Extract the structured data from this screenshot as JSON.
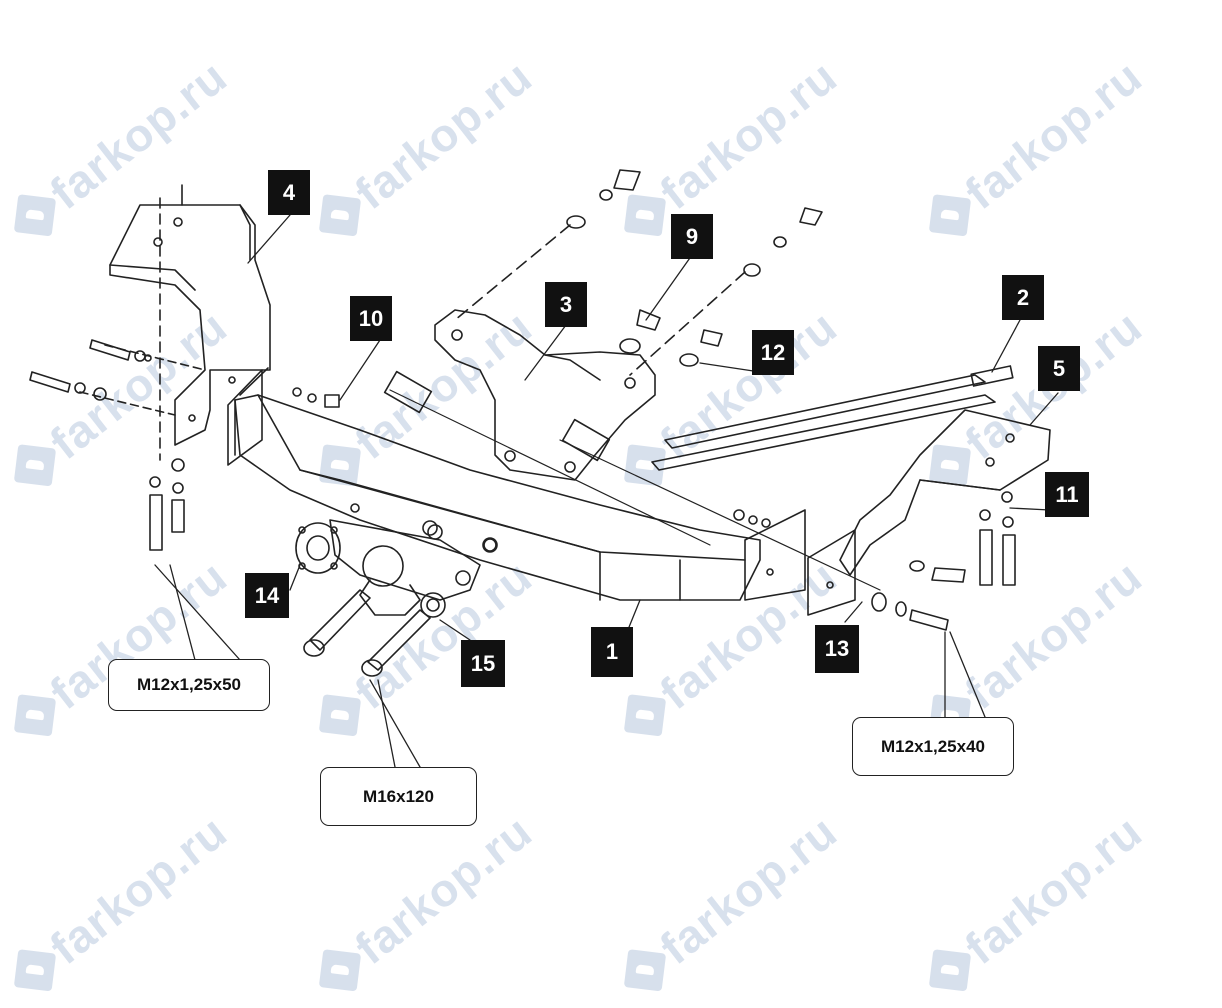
{
  "watermark": {
    "text": "farkop.ru",
    "color": "#b9c9e0"
  },
  "callouts": {
    "p1": "1",
    "p2": "2",
    "p3": "3",
    "p4": "4",
    "p5": "5",
    "p9": "9",
    "p10": "10",
    "p11": "11",
    "p12": "12",
    "p13": "13",
    "p14": "14",
    "p15": "15"
  },
  "specs": {
    "bolt_left": "M12x1,25x50",
    "bolt_ball": "M16x120",
    "bolt_right": "M12x1,25x40"
  },
  "colors": {
    "line": "#222222",
    "callout_bg": "#111111",
    "callout_text": "#ffffff"
  }
}
